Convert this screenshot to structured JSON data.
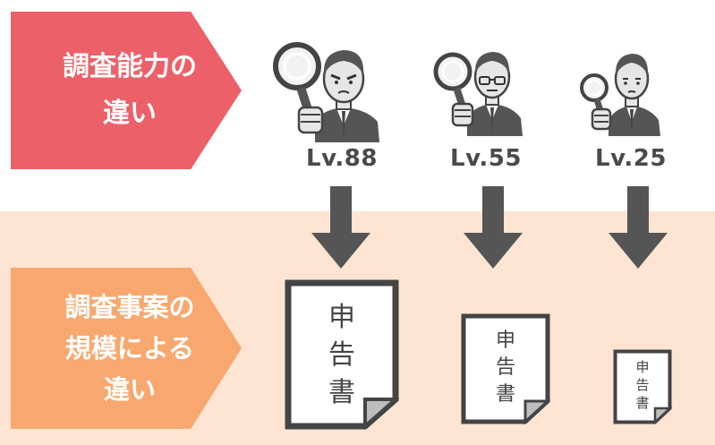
{
  "left_labels": {
    "top": {
      "line1": "調査能力の",
      "line2": "違い"
    },
    "bottom": {
      "line1": "調査事案の",
      "line2": "規模による",
      "line3": "違い"
    }
  },
  "levels": [
    {
      "label": "Lv.88"
    },
    {
      "label": "Lv.55"
    },
    {
      "label": "Lv.25"
    }
  ],
  "document": {
    "char1": "申",
    "char2": "告",
    "char3": "書"
  },
  "colors": {
    "top_chevron": "#ec6169",
    "bottom_chevron": "#f8a86f",
    "band": "#fde4d3",
    "arrow": "#555555",
    "text_dark": "#4a4a4a"
  },
  "icons": {
    "investigator": "detective-with-magnifier-icon",
    "arrow": "arrow-down-icon",
    "document": "tax-return-document-icon"
  }
}
